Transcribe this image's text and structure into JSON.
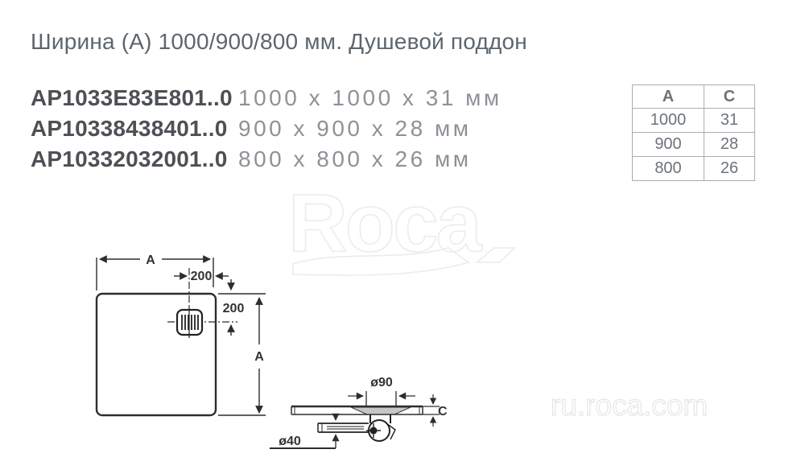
{
  "title": "Ширина (А) 1000/900/800 мм. Душевой поддон",
  "products": [
    {
      "code": "AP1033E83E801..0",
      "dims": "1000 x 1000 x 31 мм"
    },
    {
      "code": "AP10338438401..0",
      "dims": "900 x 900 x 28 мм"
    },
    {
      "code": "AP10332032001..0",
      "dims": "800 x 800 x 26 мм"
    }
  ],
  "size_table": {
    "headers": [
      "A",
      "C"
    ],
    "rows": [
      [
        "1000",
        "31"
      ],
      [
        "900",
        "28"
      ],
      [
        "800",
        "26"
      ]
    ]
  },
  "plan_view": {
    "dim_a_top": "A",
    "dim_200_top": "200",
    "dim_200_right": "200",
    "dim_a_right": "A"
  },
  "side_view": {
    "dim_d90": "ø90",
    "dim_c": "C",
    "dim_d40": "ø40"
  },
  "watermarks": {
    "logo": "Roca",
    "site": "ru.roca.com"
  },
  "colors": {
    "title_text": "#5c666f",
    "code_text": "#4d5156",
    "dims_text": "#8d9298",
    "table_text": "#6d737b",
    "table_border": "#a9adb2",
    "drawing_line": "#2d2d2d",
    "watermark": "#ebebeb"
  }
}
